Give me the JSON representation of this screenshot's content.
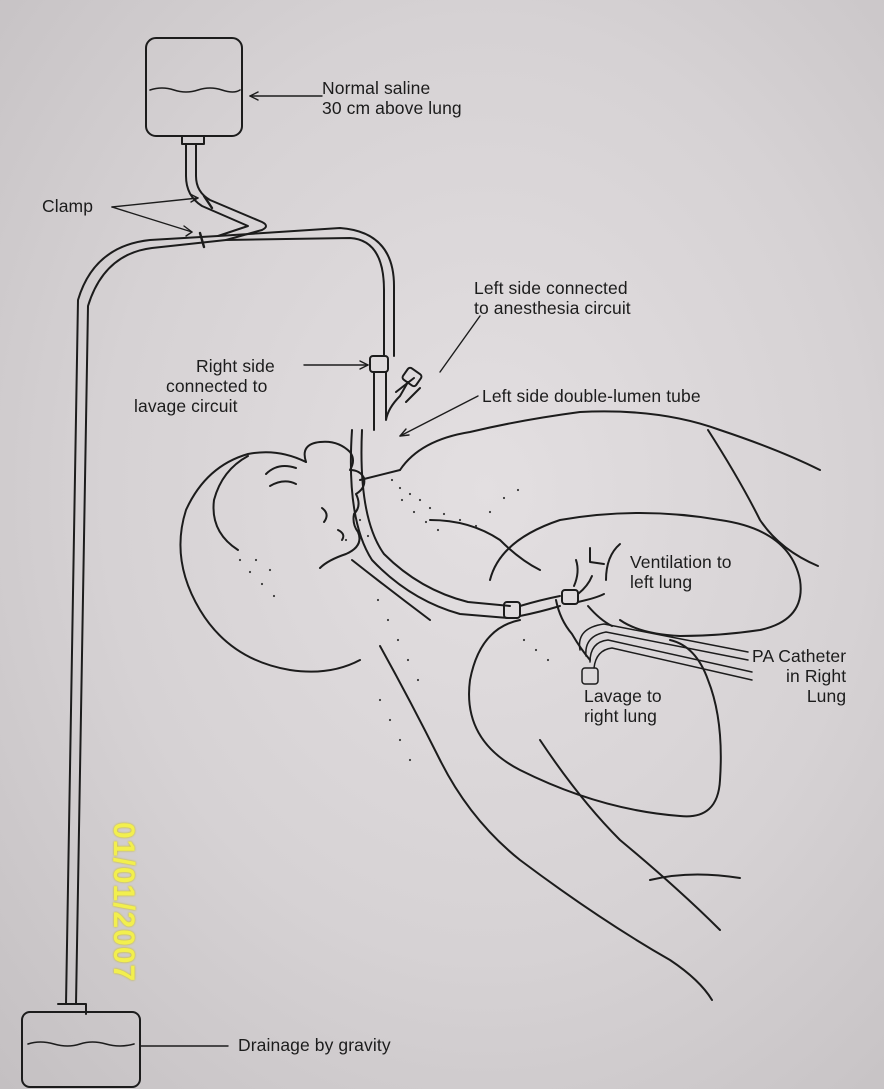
{
  "labels": {
    "saline": [
      "Normal saline",
      "30 cm above lung"
    ],
    "clamp": "Clamp",
    "left_connected": [
      "Left side connected",
      "to anesthesia circuit"
    ],
    "right_connected": [
      "Right side",
      "connected to",
      "lavage circuit"
    ],
    "double_lumen": "Left side double-lumen tube",
    "ventilation": [
      "Ventilation to",
      "left lung"
    ],
    "pa_catheter": [
      "PA Catheter",
      "in Right",
      "Lung"
    ],
    "lavage": [
      "Lavage to",
      "right lung"
    ],
    "drainage": "Drainage by gravity"
  },
  "date_stamp": "01/01/2007",
  "colors": {
    "ink": "#1c1c1c",
    "paper": "#dcd8da",
    "stamp": "#f2ef4e"
  }
}
